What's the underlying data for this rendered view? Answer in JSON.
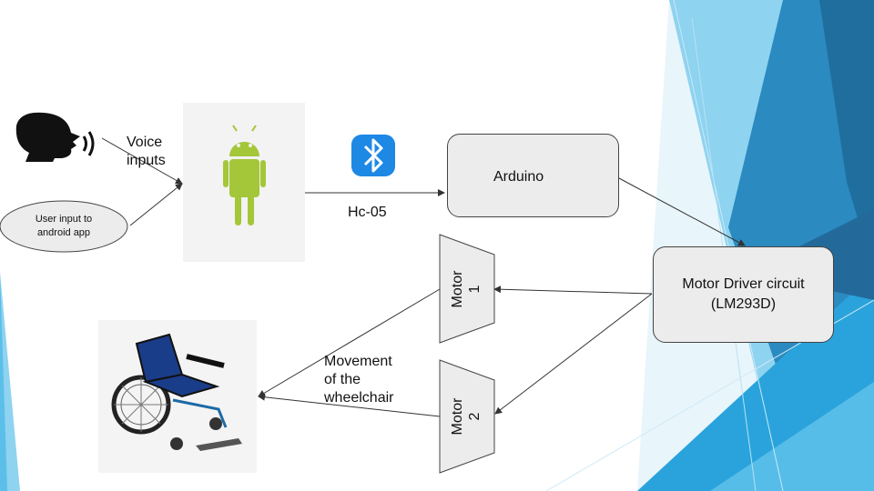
{
  "labels": {
    "voice_inputs": "Voice\ninputs",
    "user_input": "User input to\nandroid app",
    "hc05": "Hc-05",
    "arduino": "Arduino",
    "motor_driver": "Motor Driver circuit\n(LM293D)",
    "motor1": "Motor\n1",
    "motor2": "Motor\n2",
    "movement": "Movement\nof the\nwheelchair"
  },
  "colors": {
    "background": "#ffffff",
    "android_green": "#a4c639",
    "bluetooth_blue": "#1e88e5",
    "deco_dark": "#2a7ab0",
    "deco_light": "#8ed3f0"
  },
  "icons": [
    "speaking-head-icon",
    "android-icon",
    "bluetooth-icon",
    "wheelchair-icon"
  ]
}
